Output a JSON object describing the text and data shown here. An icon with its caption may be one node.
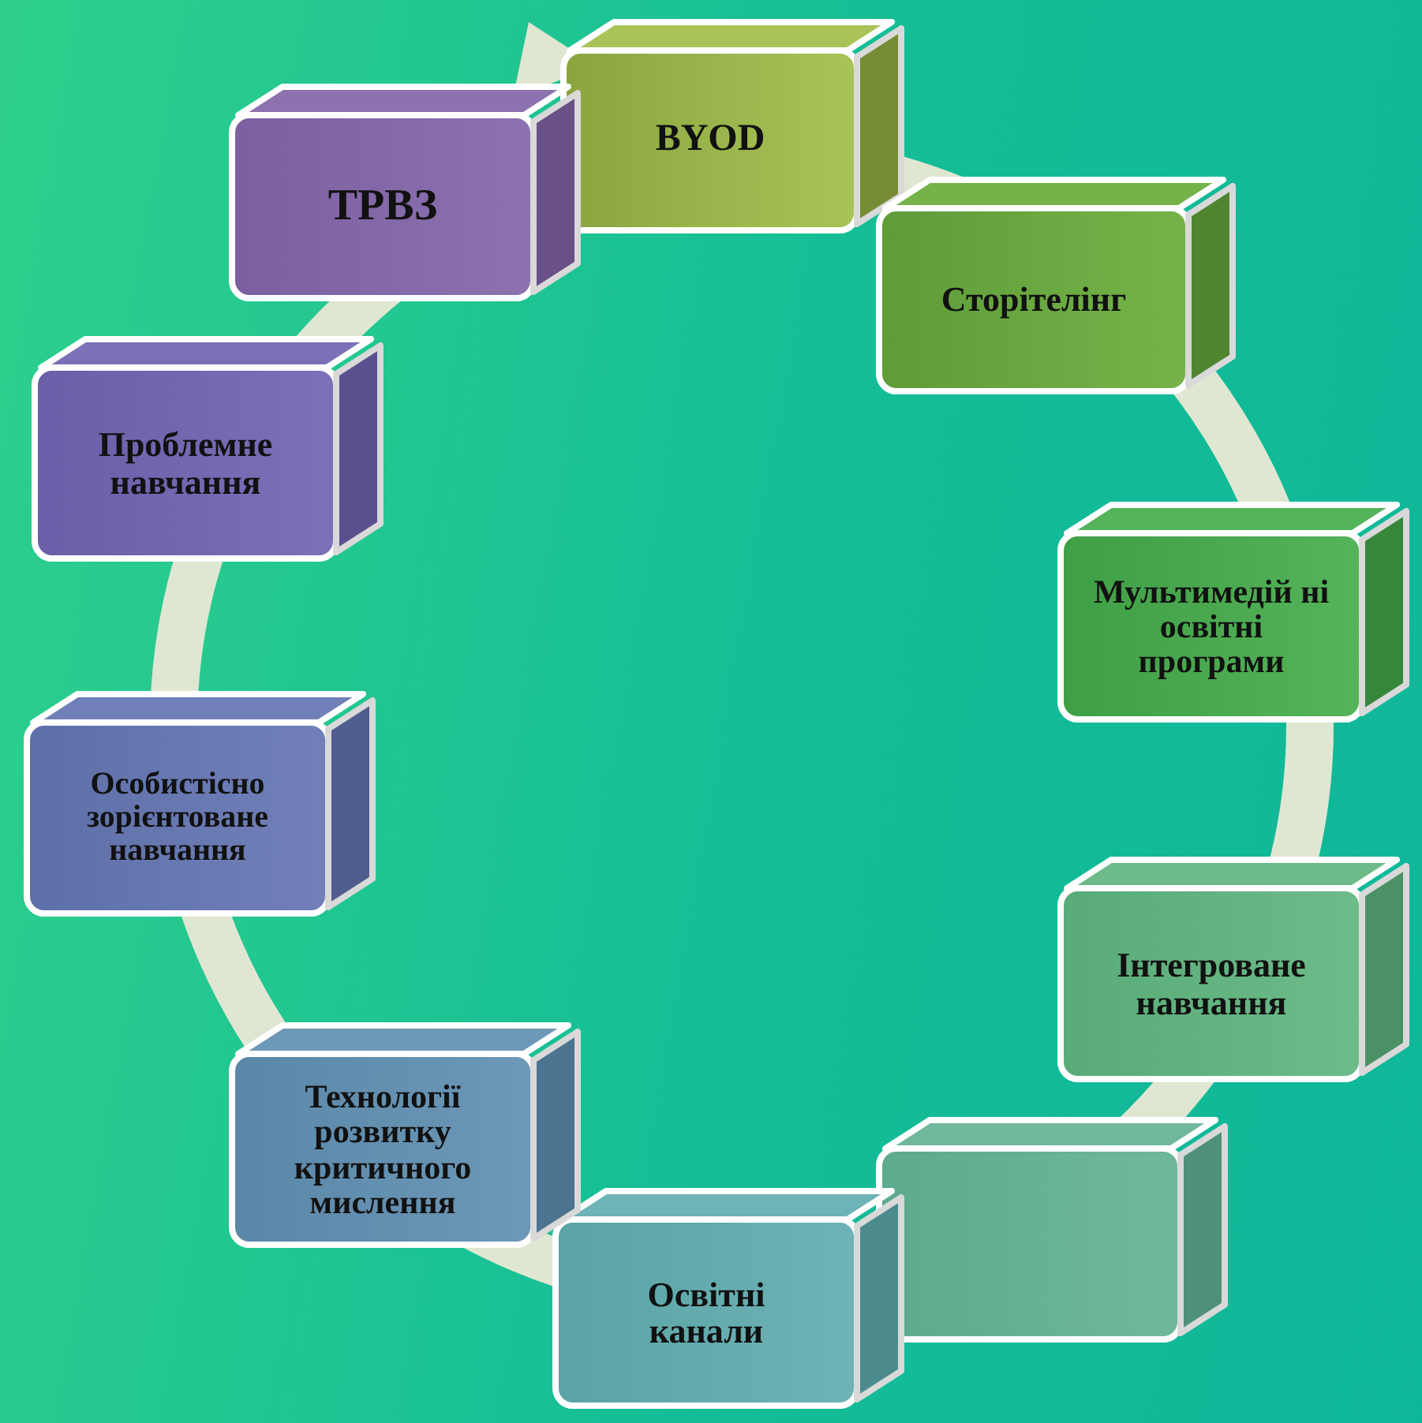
{
  "diagram": {
    "nodes": [
      {
        "text": [
          "BYOD"
        ]
      },
      {
        "text": [
          "Сторітелінг"
        ]
      },
      {
        "text": [
          "Мультимедій ні освітні програми"
        ]
      },
      {
        "text": [
          "Інтегроване навчання"
        ]
      },
      {
        "text": [],
        "shape": "box"
      },
      {
        "text": [
          "Освітні канали"
        ]
      },
      {
        "text": [
          "Технології розвитку критичного мислення"
        ]
      },
      {
        "text": [
          "Особистісно зорієнтоване навчання"
        ]
      },
      {
        "text": [
          "Проблемне навчання"
        ]
      },
      {
        "text": [
          "ТРВЗ"
        ]
      }
    ]
  }
}
